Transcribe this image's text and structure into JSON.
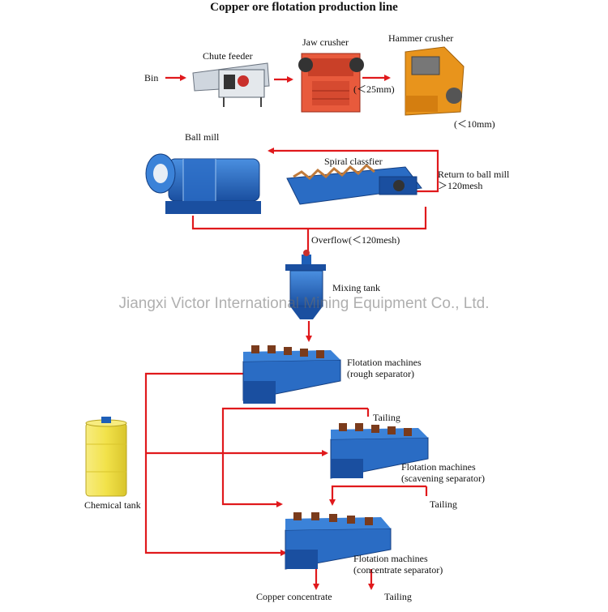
{
  "title": "Copper ore flotation production line",
  "watermark": "Jiangxi Victor International Mining Equipment Co., Ltd.",
  "labels": {
    "bin": "Bin",
    "chute_feeder": "Chute feeder",
    "jaw_crusher": "Jaw crusher",
    "hammer_crusher": "Hammer crusher",
    "size_25": "(＜25mm)",
    "size_10": "(＜10mm)",
    "ball_mill": "Ball mill",
    "spiral_classifier": "Spiral classfier",
    "return_line1": "Return to ball mill",
    "return_line2": "＞120mesh",
    "overflow": "Overflow(＜120mesh)",
    "mixing_tank": "Mixing tank",
    "rough_line1": "Flotation machines",
    "rough_line2": "(rough separator)",
    "tailing_1": "Tailing",
    "scav_line1": "Flotation machines",
    "scav_line2": "(scavening separator)",
    "tailing_2": "Tailing",
    "chemical_tank": "Chemical tank",
    "conc_line1": "Flotation machines",
    "conc_line2": "(concentrate separator)",
    "copper_concentrate": "Copper concentrate",
    "tailing_3": "Tailing"
  },
  "colors": {
    "flow_line": "#e0191c",
    "machine_blue": "#1e5fb8",
    "crusher_red": "#e85a3c",
    "hammer_orange": "#e8941c",
    "tank_yellow": "#f2e24a"
  }
}
